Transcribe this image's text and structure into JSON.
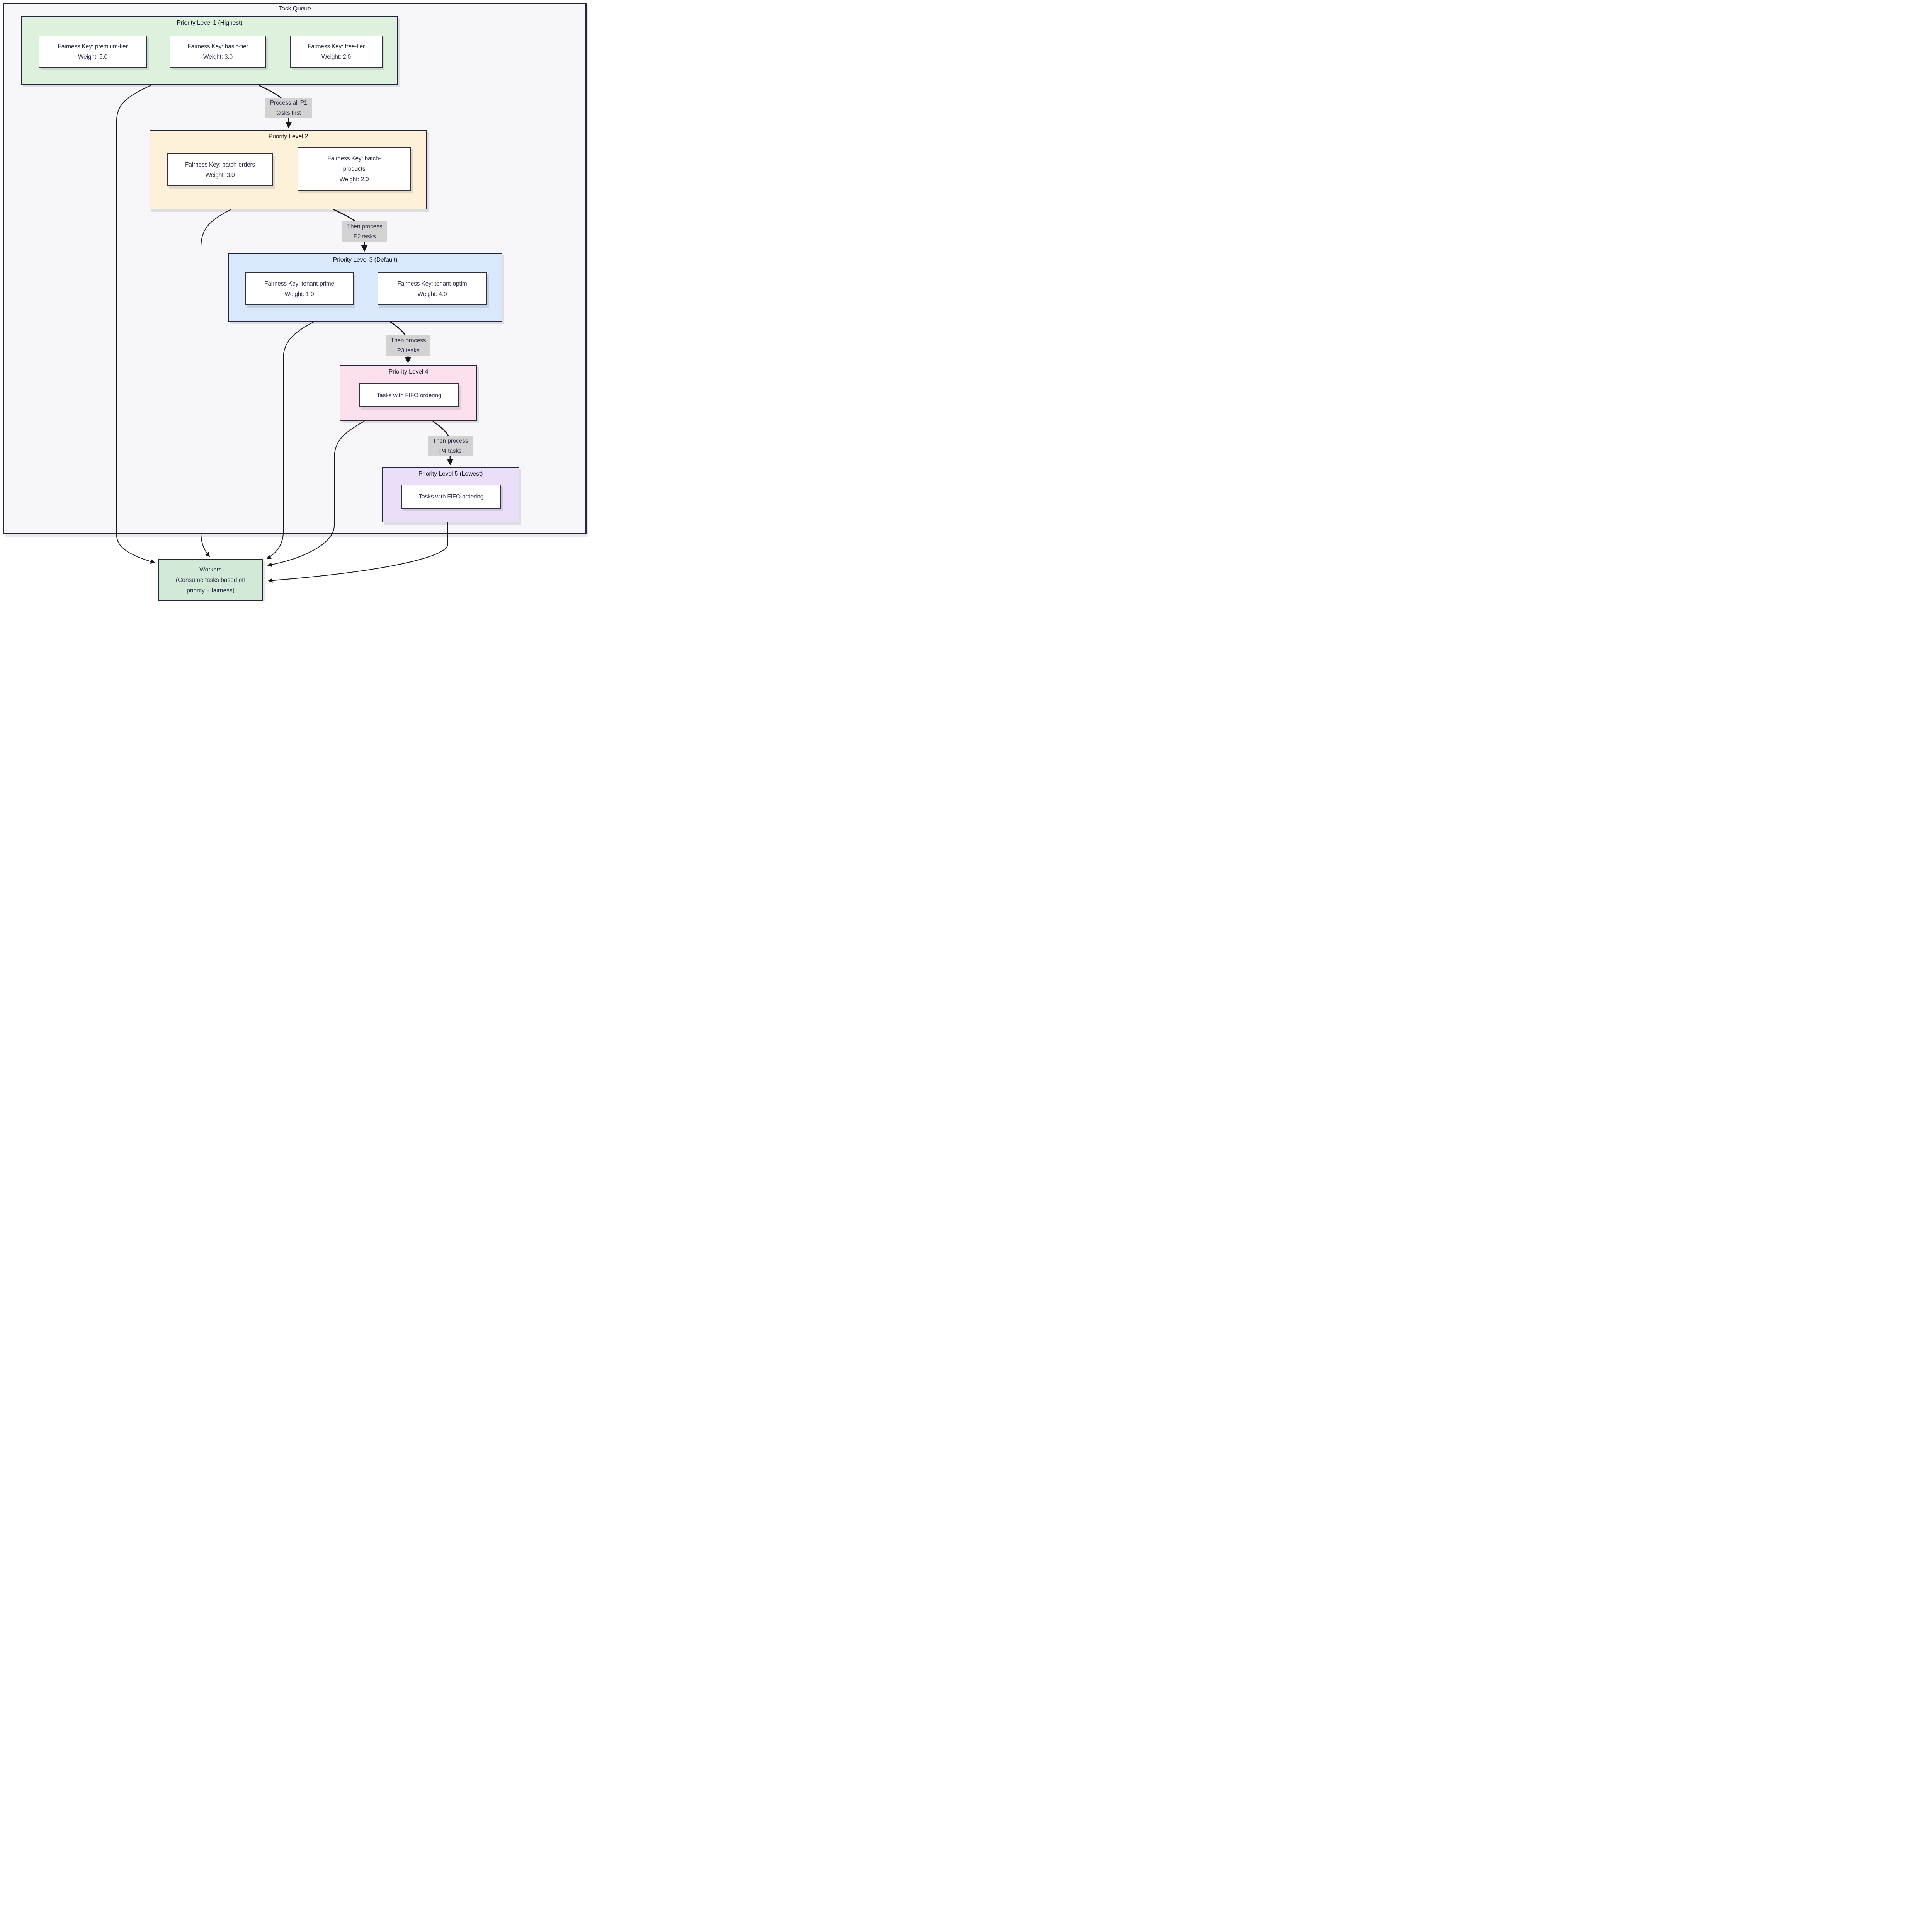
{
  "diagram": {
    "title": "Task Queue",
    "levels": [
      {
        "name": "Priority Level 1 (Highest)",
        "fill": "#def1dd",
        "boxes": [
          [
            "Fairness Key: premium-tier",
            "Weight: 5.0"
          ],
          [
            "Fairness Key: basic-tier",
            "Weight: 3.0"
          ],
          [
            "Fairness Key: free-tier",
            "Weight: 2.0"
          ]
        ]
      },
      {
        "name": "Priority Level 2",
        "fill": "#fdf1da",
        "boxes": [
          [
            "Fairness Key: batch-orders",
            "Weight: 3.0"
          ],
          [
            "Fairness Key: batch-",
            "products",
            "Weight: 2.0"
          ]
        ]
      },
      {
        "name": "Priority Level 3 (Default)",
        "fill": "#d9e8fb",
        "boxes": [
          [
            "Fairness Key: tenant-prime",
            "Weight: 1.0"
          ],
          [
            "Fairness Key: tenant-optim",
            "Weight: 4.0"
          ]
        ]
      },
      {
        "name": "Priority Level 4",
        "fill": "#fce0ee",
        "boxes": [
          [
            "Tasks with FIFO ordering"
          ]
        ]
      },
      {
        "name": "Priority Level 5 (Lowest)",
        "fill": "#eadef8",
        "boxes": [
          [
            "Tasks with FIFO ordering"
          ]
        ]
      }
    ],
    "edges": [
      {
        "from": "Priority Level 1",
        "to": "Priority Level 2",
        "label": [
          "Process all P1",
          "tasks first"
        ]
      },
      {
        "from": "Priority Level 2",
        "to": "Priority Level 3",
        "label": [
          "Then process",
          "P2 tasks"
        ]
      },
      {
        "from": "Priority Level 3",
        "to": "Priority Level 4",
        "label": [
          "Then process",
          "P3 tasks"
        ]
      },
      {
        "from": "Priority Level 4",
        "to": "Priority Level 5",
        "label": [
          "Then process",
          "P4 tasks"
        ]
      },
      {
        "from": "Priority Level 1",
        "to": "Workers"
      },
      {
        "from": "Priority Level 2",
        "to": "Workers"
      },
      {
        "from": "Priority Level 3",
        "to": "Workers"
      },
      {
        "from": "Priority Level 4",
        "to": "Workers"
      },
      {
        "from": "Priority Level 5",
        "to": "Workers"
      }
    ],
    "workers": {
      "fill": "#d2e9d8",
      "lines": [
        "Workers",
        "(Consume tasks based on",
        "priority + fairness)"
      ]
    },
    "colors": {
      "container_fill": "#f7f7fa",
      "container_border": "#23233b",
      "node_border": "#30303e",
      "edge": "#17171f",
      "edge_label_bg": "#d2d2d2",
      "text": "#32324e"
    }
  }
}
